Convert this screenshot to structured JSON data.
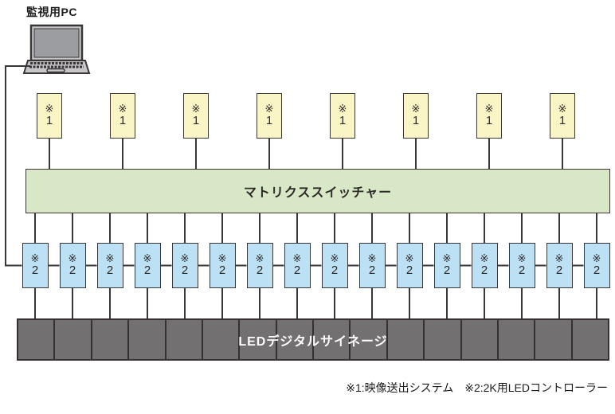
{
  "pc": {
    "label": "監視用PC"
  },
  "sender_row": {
    "mark": "※",
    "number": "1",
    "count": 8
  },
  "matrix_switcher": {
    "label": "マトリクススイッチャー"
  },
  "controller_row": {
    "mark": "※",
    "number": "2",
    "count": 16
  },
  "signage": {
    "label": "LEDデジタルサイネージ",
    "segments": 16
  },
  "legend": {
    "text": "※1:映像送出システム　※2:2K用LEDコントローラー"
  },
  "colors": {
    "sender_fill": "#faf5c5",
    "matrix_fill": "#d8e7c5",
    "controller_fill": "#bce0f4",
    "signage_fill": "#737071",
    "line": "#3a3637"
  }
}
